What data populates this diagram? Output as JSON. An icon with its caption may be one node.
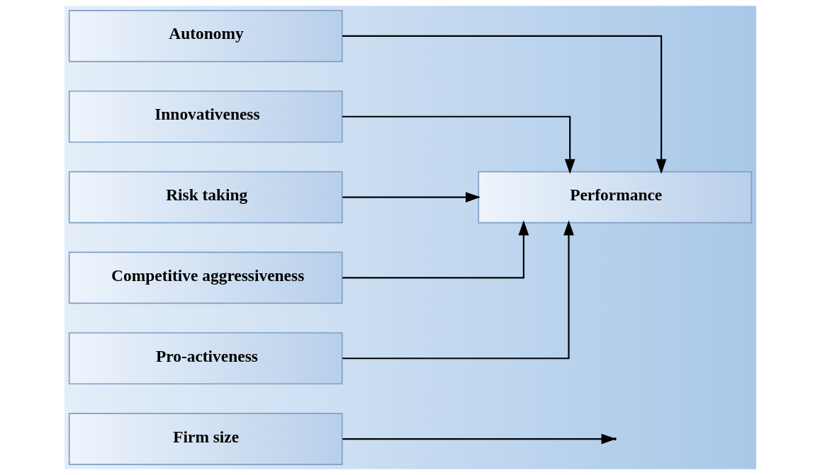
{
  "diagram": {
    "nodes": [
      {
        "text": [
          "Firm size"
        ]
      },
      {
        "text": [
          "Autonomy"
        ]
      },
      {
        "text": [
          "Innovativeness"
        ]
      },
      {
        "text": [
          "Risk taking"
        ]
      },
      {
        "text": [
          "Competitive aggressiveness"
        ]
      },
      {
        "text": [
          "Pro-activeness"
        ]
      },
      {
        "text": [
          "Performance"
        ]
      }
    ],
    "edges": [
      {
        "from": 1,
        "to": 6,
        "arrow": "to"
      },
      {
        "from": 2,
        "to": 6,
        "arrow": "to"
      },
      {
        "from": 3,
        "to": 6,
        "arrow": "to"
      },
      {
        "from": 4,
        "to": 6,
        "arrow": "to"
      },
      {
        "from": 5,
        "to": 6,
        "arrow": "to"
      },
      {
        "from": 0,
        "to": null,
        "arrow": "to"
      }
    ]
  }
}
